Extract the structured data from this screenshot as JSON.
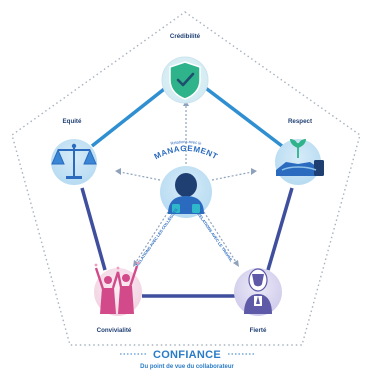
{
  "nodes": {
    "top": {
      "label": "Crédibilité",
      "icon": "shield-check-icon"
    },
    "left": {
      "label": "Equité",
      "icon": "balance-scale-icon"
    },
    "right": {
      "label": "Respect",
      "icon": "hands-plant-icon"
    },
    "bottom_left": {
      "label": "Convivialité",
      "icon": "celebrating-people-icon"
    },
    "bottom_right": {
      "label": "Fierté",
      "icon": "trophy-person-icon"
    },
    "center": {
      "label": "MANAGEMENT",
      "icon": "manager-headset-icon"
    }
  },
  "center_small_label": "Relations avec le",
  "arrow_labels": {
    "left": "RELATIONS AVEC LES COLLÈGUES",
    "right": "RELATIONS AVEC LE TRAVAIL"
  },
  "footer": {
    "title": "CONFIANCE",
    "subtitle": "Du point de vue du collaborateur"
  },
  "colors": {
    "blue": "#2f8fd1",
    "light_blue": "#d9ecf7",
    "navy": "#3f4f9e",
    "green": "#2fb38a",
    "pink": "#d24a8a",
    "purple": "#5f5aa8",
    "dashed_border": "#a8b3bf",
    "footer_blue": "#2a7cc7"
  }
}
